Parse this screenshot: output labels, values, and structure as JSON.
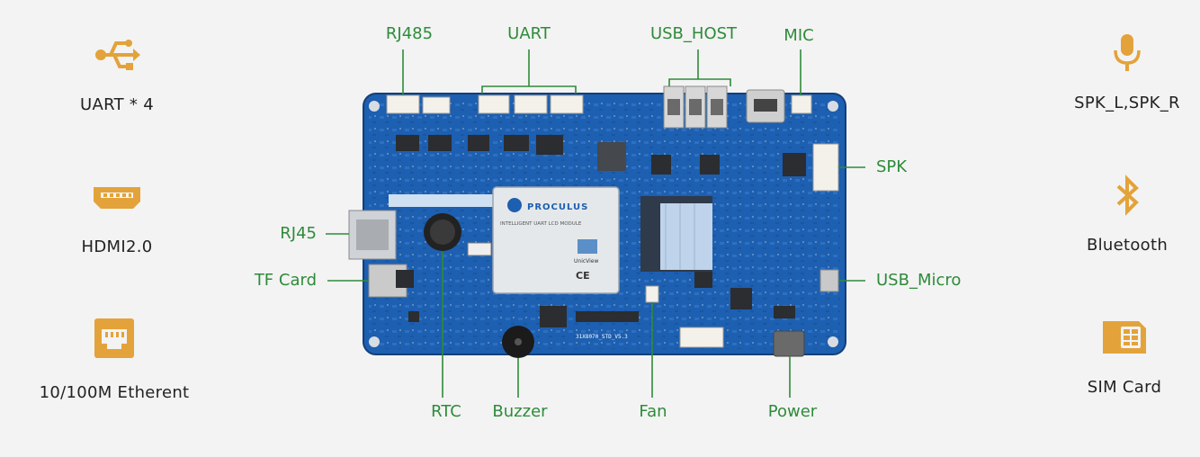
{
  "left_features": [
    {
      "label": "UART * 4",
      "icon": "usb-branch-icon"
    },
    {
      "label": "HDMI2.0",
      "icon": "hdmi-port-icon"
    },
    {
      "label": "10/100M Etherent",
      "icon": "ethernet-port-icon"
    }
  ],
  "right_features": [
    {
      "label": "SPK_L,SPK_R",
      "icon": "microphone-icon"
    },
    {
      "label": "Bluetooth",
      "icon": "bluetooth-icon"
    },
    {
      "label": "SIM Card",
      "icon": "sim-card-icon"
    }
  ],
  "callouts": {
    "rj485": "RJ485",
    "uart": "UART",
    "usb_host": "USB_HOST",
    "mic": "MIC",
    "spk": "SPK",
    "rj45": "RJ45",
    "tf_card": "TF Card",
    "usb_micro": "USB_Micro",
    "rtc": "RTC",
    "buzzer": "Buzzer",
    "fan": "Fan",
    "power": "Power"
  },
  "board": {
    "brand": "PROCULUS",
    "module_text": "INTELLIGENT UART LCD MODULE",
    "sub_brand": "UnicView",
    "cert": "CE",
    "model": "31X8070_STD_V5.3"
  },
  "colors": {
    "accent_icon": "#e3a33a",
    "callout_green": "#2e8b3a",
    "pcb_blue": "#1d5fb0"
  }
}
